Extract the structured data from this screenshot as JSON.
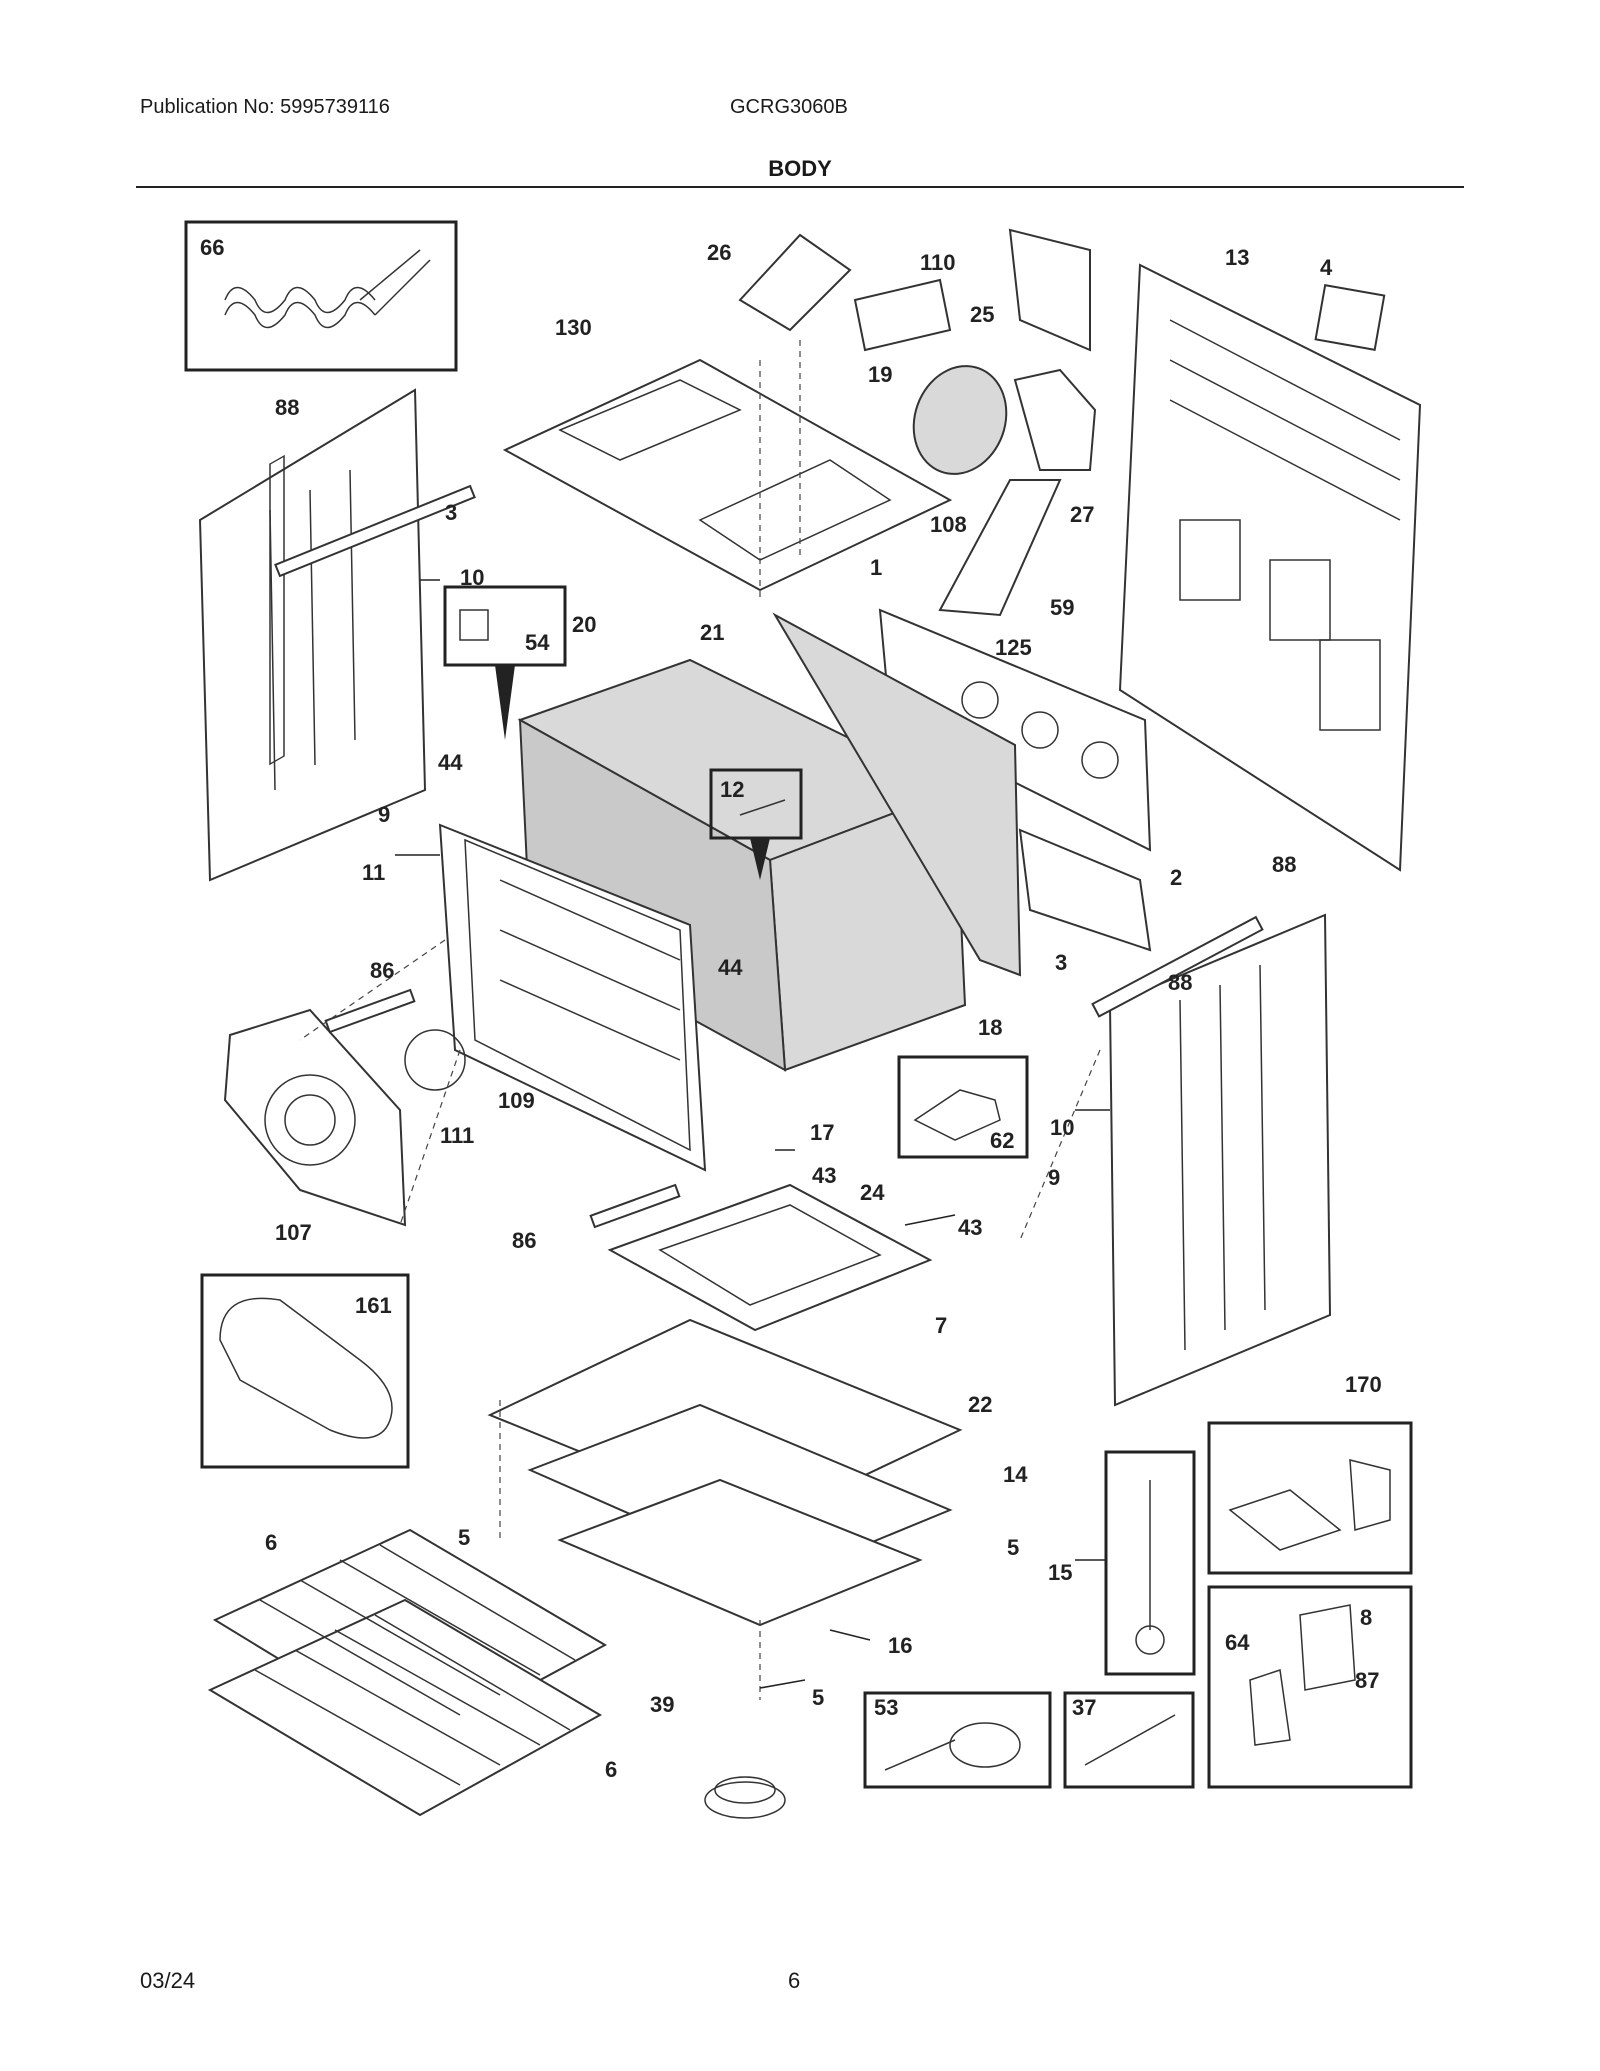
{
  "header": {
    "publication": "Publication No: 5995739116",
    "model": "GCRG3060B",
    "title": "BODY"
  },
  "footer": {
    "date": "03/24",
    "page": "6"
  },
  "callouts": {
    "c66": "66",
    "c26": "26",
    "c110": "110",
    "c13": "13",
    "c4": "4",
    "c130": "130",
    "c25": "25",
    "c19": "19",
    "c88a": "88",
    "c3a": "3",
    "c108": "108",
    "c27": "27",
    "c10a": "10",
    "c1": "1",
    "c59": "59",
    "c20": "20",
    "c21": "21",
    "c54": "54",
    "c125": "125",
    "c44a": "44",
    "c9a": "9",
    "c12": "12",
    "c11": "11",
    "c2": "2",
    "c88b": "88",
    "c44b": "44",
    "c86a": "86",
    "c3b": "3",
    "c88c": "88",
    "c18": "18",
    "c109": "109",
    "c111": "111",
    "c17": "17",
    "c62": "62",
    "c10b": "10",
    "c43a": "43",
    "c24": "24",
    "c9b": "9",
    "c107": "107",
    "c86b": "86",
    "c43b": "43",
    "c161": "161",
    "c7": "7",
    "c170": "170",
    "c22": "22",
    "c14": "14",
    "c6a": "6",
    "c5a": "5",
    "c5b": "5",
    "c15": "15",
    "c8": "8",
    "c64": "64",
    "c16": "16",
    "c87": "87",
    "c39": "39",
    "c5c": "5",
    "c53": "53",
    "c37": "37",
    "c6b": "6"
  }
}
